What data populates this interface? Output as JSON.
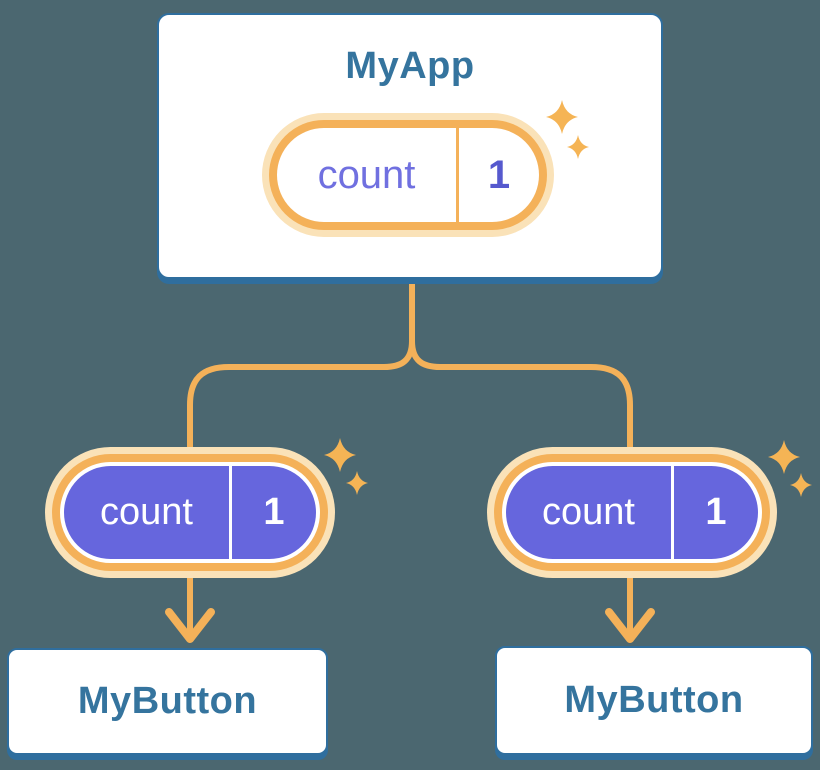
{
  "colors": {
    "background": "#4B6770",
    "node-blue": "#2F6E9E",
    "title-blue": "#35749E",
    "accent-orange": "#F4B159",
    "glow-orange": "#FAE2B8",
    "state-purple": "#6666DD",
    "state-text-light": "#7070E0",
    "state-value-dark": "#5659CE"
  },
  "diagram": {
    "description": "Component tree with shared state passed down",
    "root": {
      "title": "MyApp",
      "state": {
        "name": "count",
        "value": "1"
      }
    },
    "children": [
      {
        "title": "MyButton",
        "state": {
          "name": "count",
          "value": "1"
        }
      },
      {
        "title": "MyButton",
        "state": {
          "name": "count",
          "value": "1"
        }
      }
    ]
  }
}
